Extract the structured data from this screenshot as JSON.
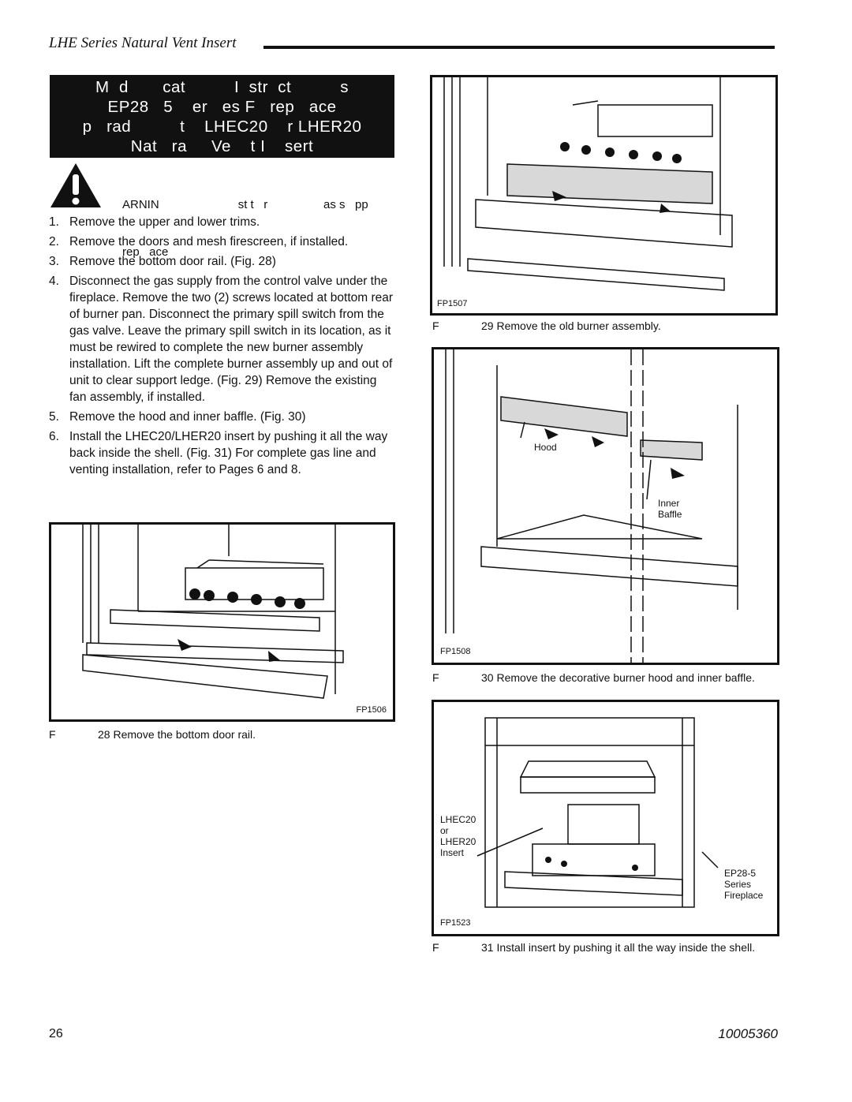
{
  "header": {
    "title": "LHE Series Natural Vent Insert"
  },
  "title_box": {
    "lines": [
      "M  d       cat          I  str  ct          s",
      "EP28   5    er   es F   rep   ace",
      "p   rad          t    LHEC20    r LHER20",
      "Nat   ra     Ve    t I    sert"
    ]
  },
  "warning": {
    "icon": "warning-triangle-icon",
    "line1": "ARNIN                        st t   r                 as s   pp",
    "line2": "rep   ace"
  },
  "steps": [
    {
      "num": "1.",
      "text": "Remove the upper and lower trims."
    },
    {
      "num": "2.",
      "text": "Remove the doors and mesh firescreen, if installed."
    },
    {
      "num": "3.",
      "text": "Remove the bottom door rail. (Fig. 28)"
    },
    {
      "num": "4.",
      "text": "Disconnect the gas supply from the control valve under the fireplace. Remove the two (2) screws located at bottom rear of burner pan. Disconnect the primary spill switch from the gas valve. Leave the primary spill switch in its location, as it must be rewired to complete the new burner assembly installation. Lift the complete burner assembly up and out of unit to clear support ledge. (Fig. 29) Remove the existing fan assembly, if installed."
    },
    {
      "num": "5.",
      "text": "Remove the hood and inner baffle. (Fig. 30)"
    },
    {
      "num": "6.",
      "text": "Install the LHEC20/LHER20 insert by pushing it all the way back inside the shell. (Fig. 31) For complete gas line and venting installation, refer to Pages 6 and 8."
    }
  ],
  "figures": {
    "fig28": {
      "code": "FP1506",
      "caption_prefix": "F",
      "caption_num": "28",
      "caption_text": "Remove the bottom door rail."
    },
    "fig29": {
      "code": "FP1507",
      "caption_prefix": "F",
      "caption_num": "29",
      "caption_text": "Remove the old burner assembly."
    },
    "fig30": {
      "code": "FP1508",
      "caption_prefix": "F",
      "caption_num": "30",
      "caption_text": "Remove the decorative burner hood and inner baffle.",
      "label_hood": "Hood",
      "label_baffle": "Inner\nBaffle"
    },
    "fig31": {
      "code": "FP1523",
      "caption_prefix": "F",
      "caption_num": "31",
      "caption_text": "Install insert by pushing it all the way inside the shell.",
      "label_insert": "LHEC20\nor\nLHER20\nInsert",
      "label_fireplace": "EP28-5\nSeries\nFireplace"
    }
  },
  "footer": {
    "page": "26",
    "doc_number": "10005360"
  }
}
